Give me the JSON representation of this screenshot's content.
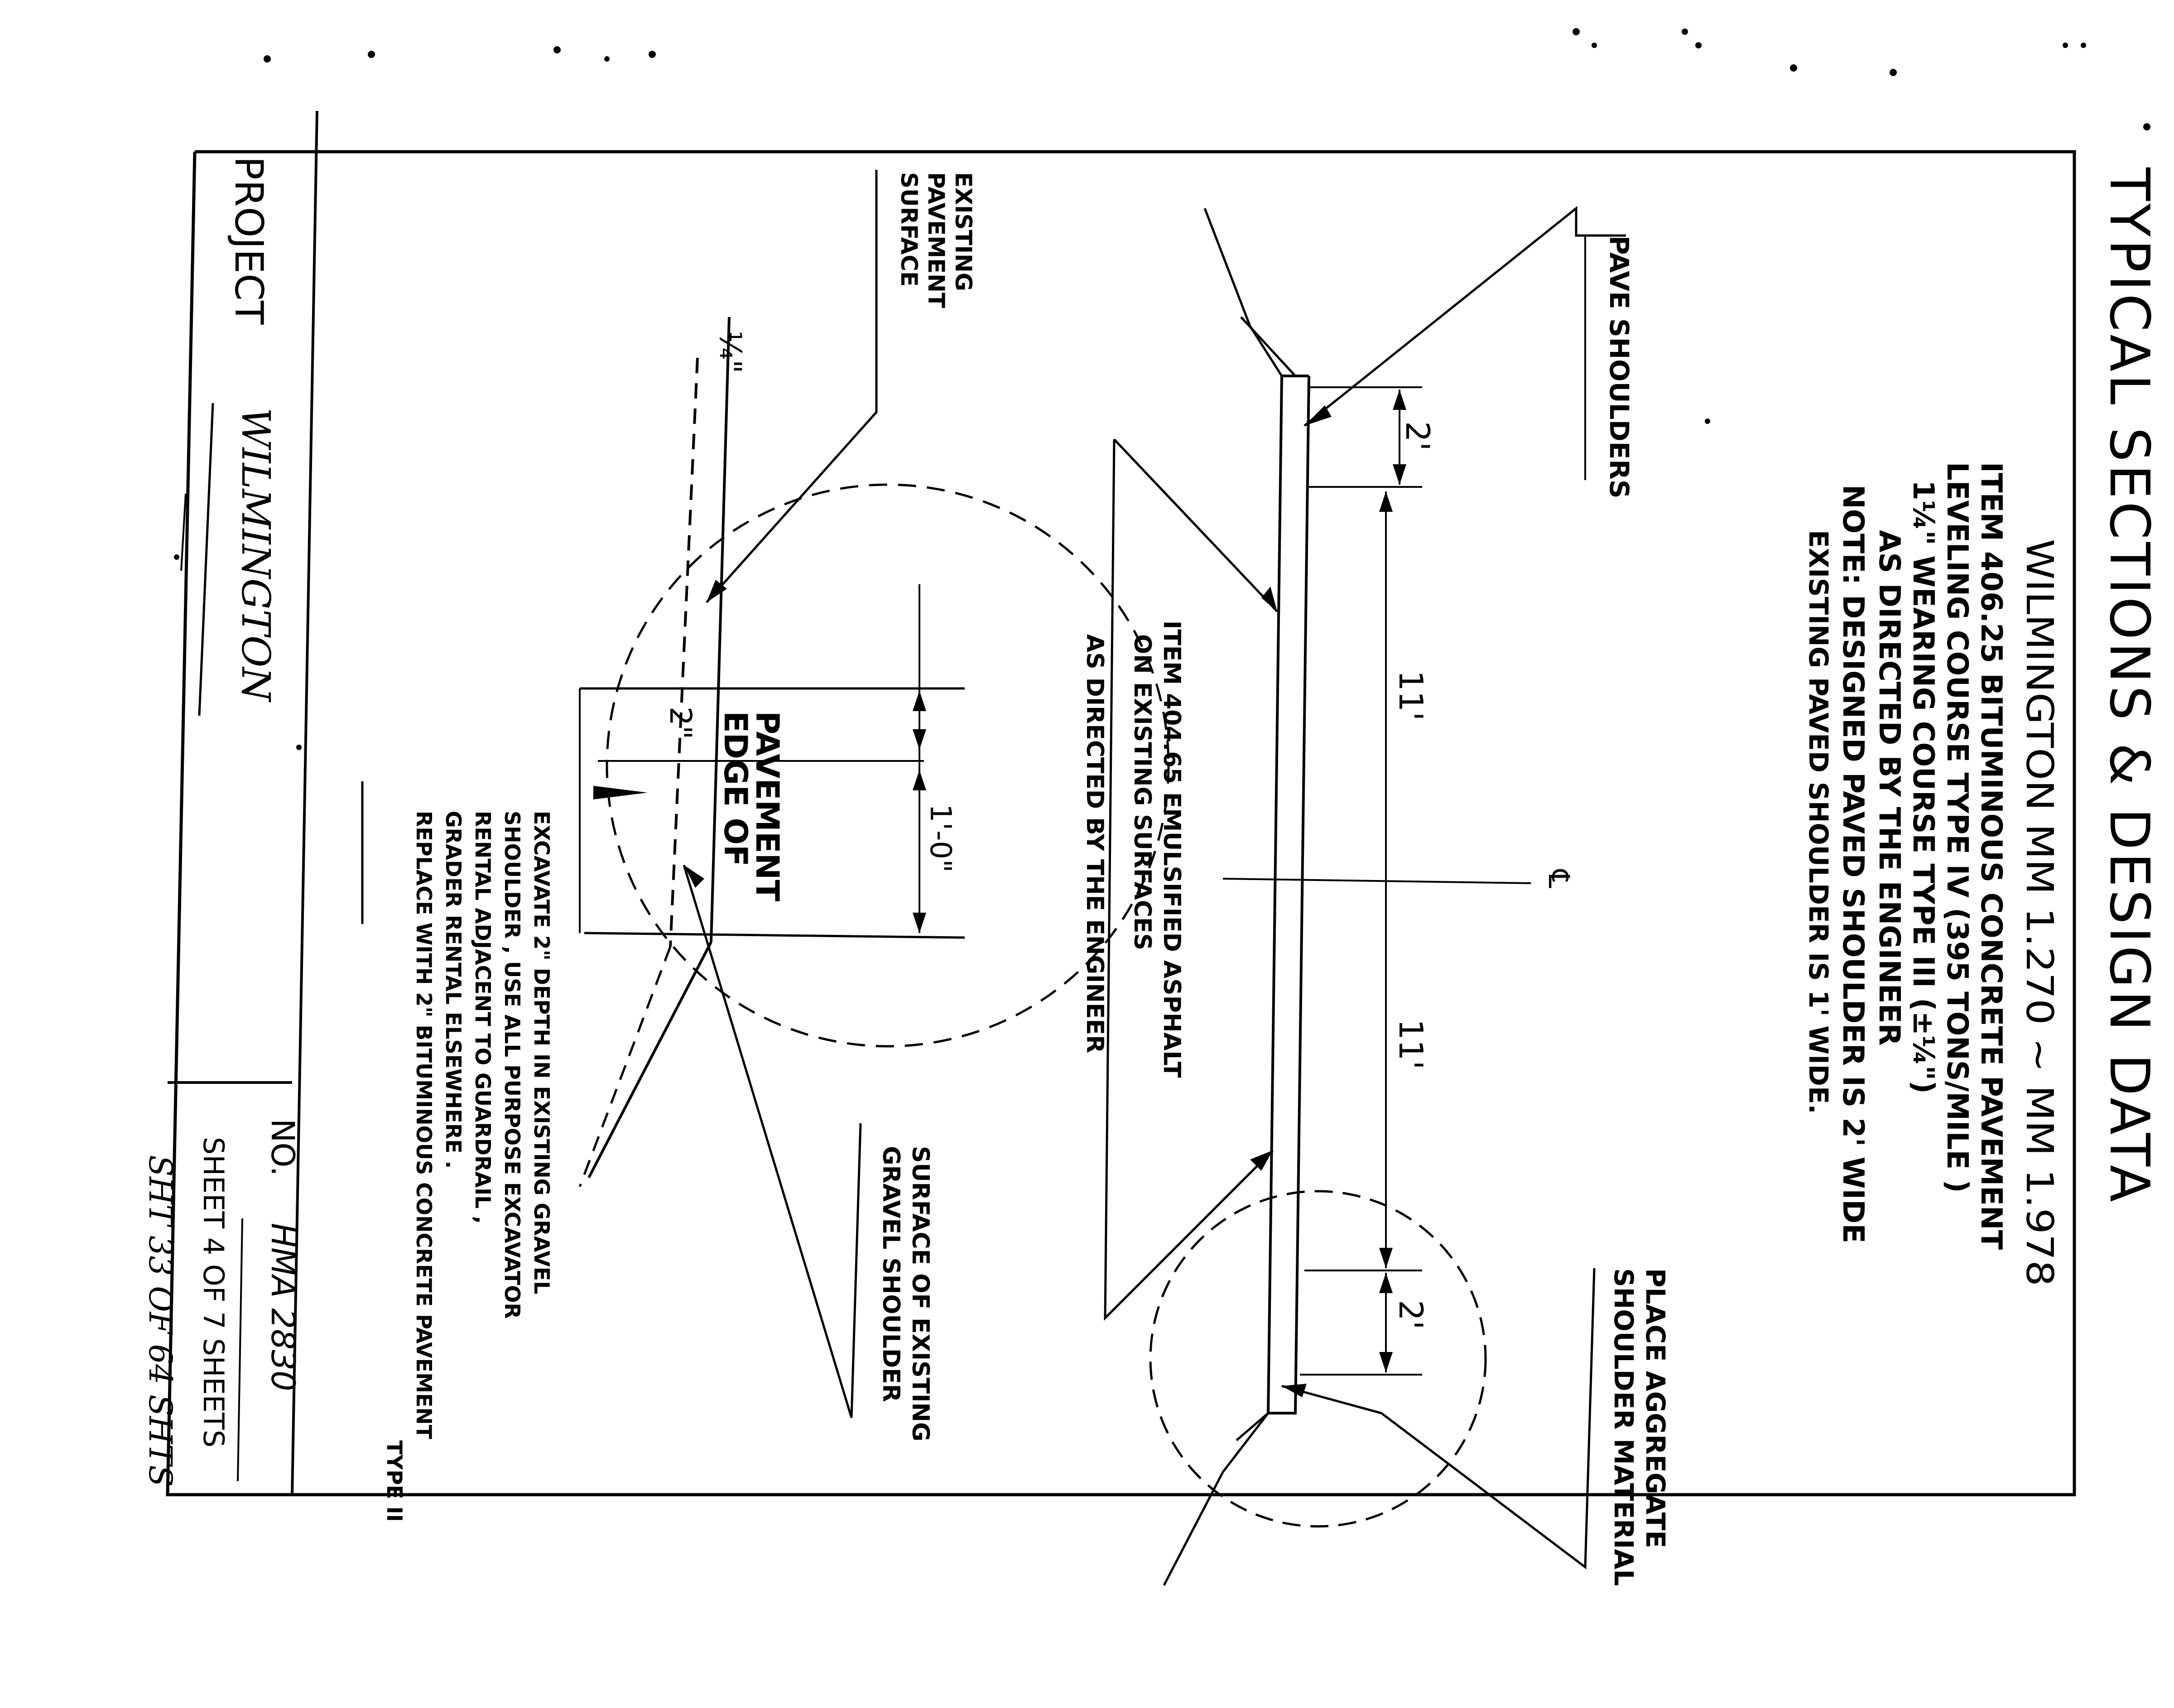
{
  "title": "TYPICAL SECTIONS & DESIGN DATA",
  "header": {
    "location": "WILMINGTON MM 1.270 ~ MM 1.978",
    "item_line1": "ITEM 406.25 BITUMINOUS CONCRETE PAVEMENT",
    "item_line2": "LEVELING COURSE TYPE IV (395 TONS/MILE )",
    "item_line3": "1¼\" WEARING COURSE TYPE III (±¼\")",
    "item_line4": "AS DIRECTED BY THE ENGINEER",
    "note_line1": "NOTE: DESIGNED PAVED SHOULDER IS 2' WIDE",
    "note_line2": "EXISTING PAVED SHOULDER IS 1' WIDE."
  },
  "section": {
    "pave_shoulders": "PAVE SHOULDERS",
    "place_aggregate_line1": "PLACE AGGREGATE",
    "place_aggregate_line2": "SHOULDER MATERIAL",
    "dim_left_shoulder": "2'",
    "dim_left_lane": "11'",
    "dim_right_lane": "11'",
    "dim_right_shoulder": "2'",
    "centerline_symbol": "℄",
    "emulsified_line1": "ITEM 404.65 EMULSIFIED ASPHALT",
    "emulsified_line2": "ON EXISTING SURFACES",
    "emulsified_line3": "AS DIRECTED BY THE ENGINEER"
  },
  "detail": {
    "existing_pavement_line1": "EXISTING",
    "existing_pavement_line2": "PAVEMENT",
    "existing_pavement_line3": "SURFACE",
    "dim_quarter": "¼\"",
    "dim_depth": "2\"",
    "edge_line1": "EDGE OF",
    "edge_line2": "PAVEMENT",
    "dim_width": "1'-0\"",
    "excavate_line1": "EXCAVATE 2\" DEPTH IN EXISTING GRAVEL",
    "excavate_line2": "SHOULDER , USE ALL PURPOSE EXCAVATOR",
    "excavate_line3": "RENTAL ADJACENT TO GUARDRAIL ,",
    "excavate_line4": "GRADER RENTAL ELSEWHERE .",
    "excavate_line5": "REPLACE WITH 2\" BITUMINOUS CONCRETE PAVEMENT",
    "excavate_line6": "TYPE II",
    "gravel_line1": "SURFACE OF EXISTING",
    "gravel_line2": "GRAVEL SHOULDER"
  },
  "title_block": {
    "project_label": "PROJECT",
    "project_name": "WILMINGTON",
    "no_label": "NO.",
    "no_value": "HMA 2830",
    "sheet_text": "SHEET 4 OF 7 SHEETS",
    "handwritten_sheet": "SHT 33 OF 64 SHTS"
  }
}
